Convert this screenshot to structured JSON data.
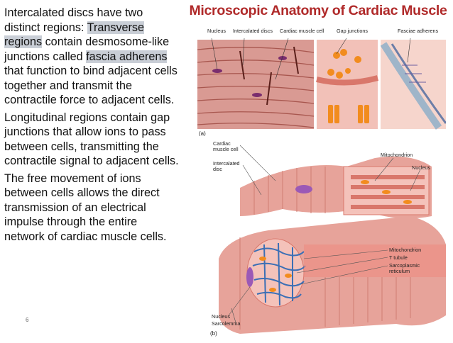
{
  "text": {
    "p1": {
      "a": "Intercalated discs have two distinct regions: ",
      "h1": "Transverse regions",
      "b": " contain desmosome-like junctions called ",
      "h2": "fascia adherens",
      "c": " that function to bind adjacent cells together and transmit the contractile force to adjacent cells."
    },
    "p2": "Longitudinal regions contain gap junctions that allow ions to pass between cells, transmitting the contractile signal to adjacent cells.",
    "p3": " The free movement of ions between cells allows the direct transmission of an electrical impulse through the entire network of cardiac muscle cells.",
    "slide_number": "6"
  },
  "figure": {
    "title": "Microscopic Anatomy of Cardiac Muscle",
    "panel_a": {
      "letter": "(a)",
      "labels": {
        "nucleus": "Nucleus",
        "intercalated": "Intercalated discs",
        "cardiac_cell": "Cardiac muscle cell",
        "gap": "Gap junctions",
        "fasciae": "Fasciae adherens"
      }
    },
    "panel_b": {
      "letter": "(b)",
      "labels": {
        "cardiac_cell_1": "Cardiac",
        "cardiac_cell_2": "muscle cell",
        "intercalated_1": "Intercalated",
        "intercalated_2": "disc",
        "mitochondrion_top": "Mitochondrion",
        "nucleus_top": "Nucleus",
        "mitochondrion": "Mitochondrion",
        "t_tubule": "T tubule",
        "sr_1": "Sarcoplasmic",
        "sr_2": "reticulum",
        "nucleus_bottom": "Nucleus",
        "sarcolemma": "Sarcolemma"
      }
    },
    "colors": {
      "title": "#b02a2a",
      "tissue": "#e7a39a",
      "fiber": "#d9776b",
      "gap": "#f28c1e",
      "tubule": "#3b6fb5"
    }
  }
}
